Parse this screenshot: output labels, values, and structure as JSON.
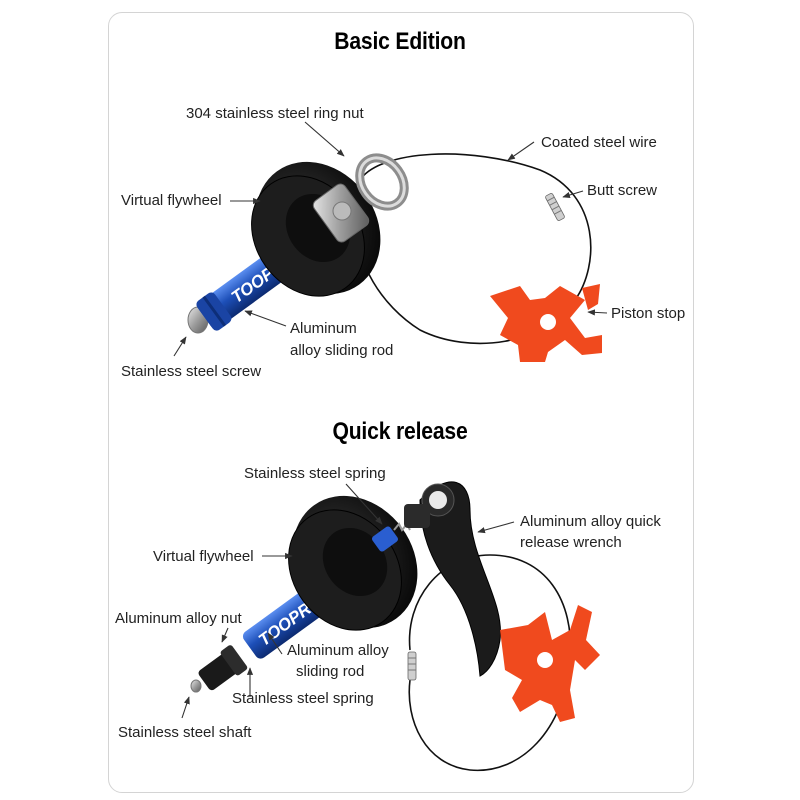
{
  "sections": [
    {
      "title": "Basic Edition",
      "labels": {
        "ring_nut": "304 stainless steel ring nut",
        "coated_wire": "Coated steel wire",
        "flywheel": "Virtual flywheel",
        "butt_screw": "Butt screw",
        "piston_stop": "Piston stop",
        "sliding_rod_1": "Aluminum",
        "sliding_rod_2": "alloy sliding rod",
        "steel_screw": "Stainless steel screw"
      }
    },
    {
      "title": "Quick release",
      "labels": {
        "spring_top": "Stainless steel spring",
        "wrench_1": "Aluminum alloy quick",
        "wrench_2": "release wrench",
        "flywheel": "Virtual flywheel",
        "nut": "Aluminum alloy nut",
        "sliding_rod_1": "Aluminum alloy",
        "sliding_rod_2": "sliding rod",
        "spring_bottom": "Stainless steel spring",
        "shaft": "Stainless steel shaft"
      }
    }
  ],
  "brand_text": "TOOPRE",
  "colors": {
    "rod_blue": "#1d4fb8",
    "stop_red": "#f04a1e",
    "flywheel": "#141414",
    "leader": "#333333"
  }
}
